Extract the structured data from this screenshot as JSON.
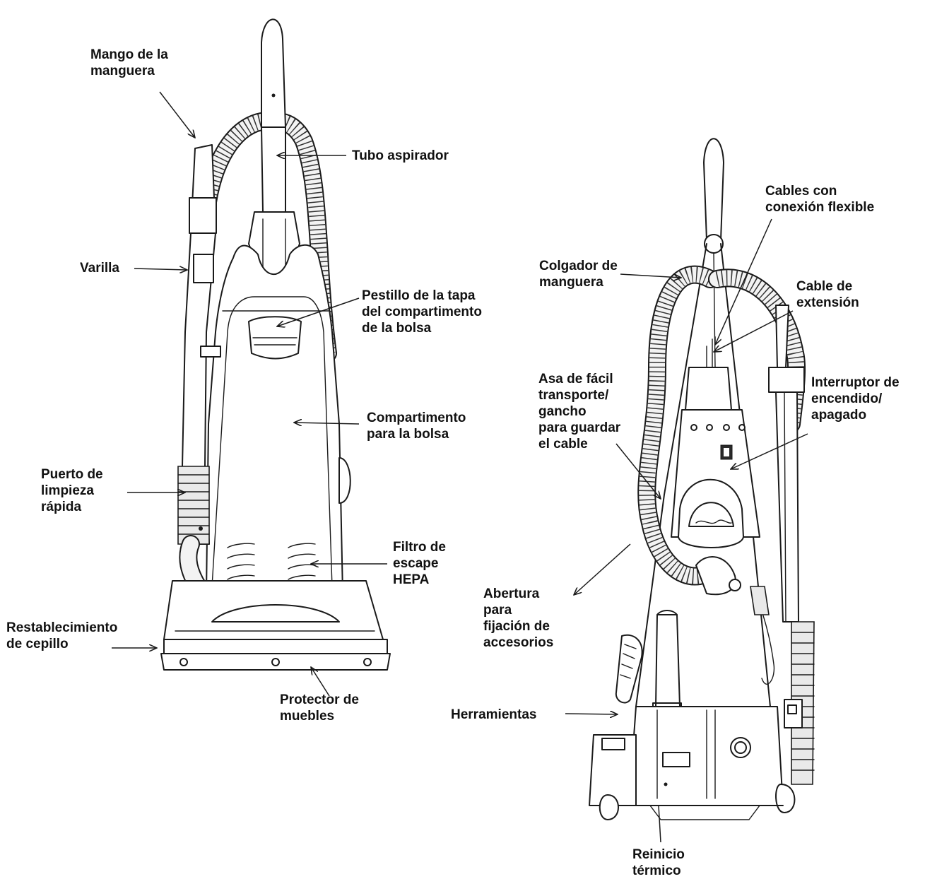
{
  "labels": {
    "hose_handle": "Mango de la\nmanguera",
    "suction_tube": "Tubo aspirador",
    "wand": "Varilla",
    "bag_door_latch": "Pestillo de la tapa\ndel compartimento\nde la bolsa",
    "bag_compartment": "Compartimento\npara la bolsa",
    "quick_clean_port": "Puerto de\nlimpieza\nrápida",
    "hepa_filter": "Filtro de\nescape\nHEPA",
    "brush_reset": "Restablecimiento\nde cepillo",
    "furniture_guard": "Protector de\nmuebles",
    "flex_cables": "Cables con\nconexión flexible",
    "hose_hanger": "Colgador de\nmanguera",
    "extension_cord": "Cable de\nextensión",
    "carry_handle": "Asa de fácil\ntransporte/\ngancho\npara guardar\nel cable",
    "power_switch": "Interruptor de\nencendido/\napagado",
    "accessory_opening": "Abertura\npara\nfijación de\naccesorios",
    "tools": "Herramientas",
    "thermal_reset": "Reinicio\ntérmico"
  }
}
